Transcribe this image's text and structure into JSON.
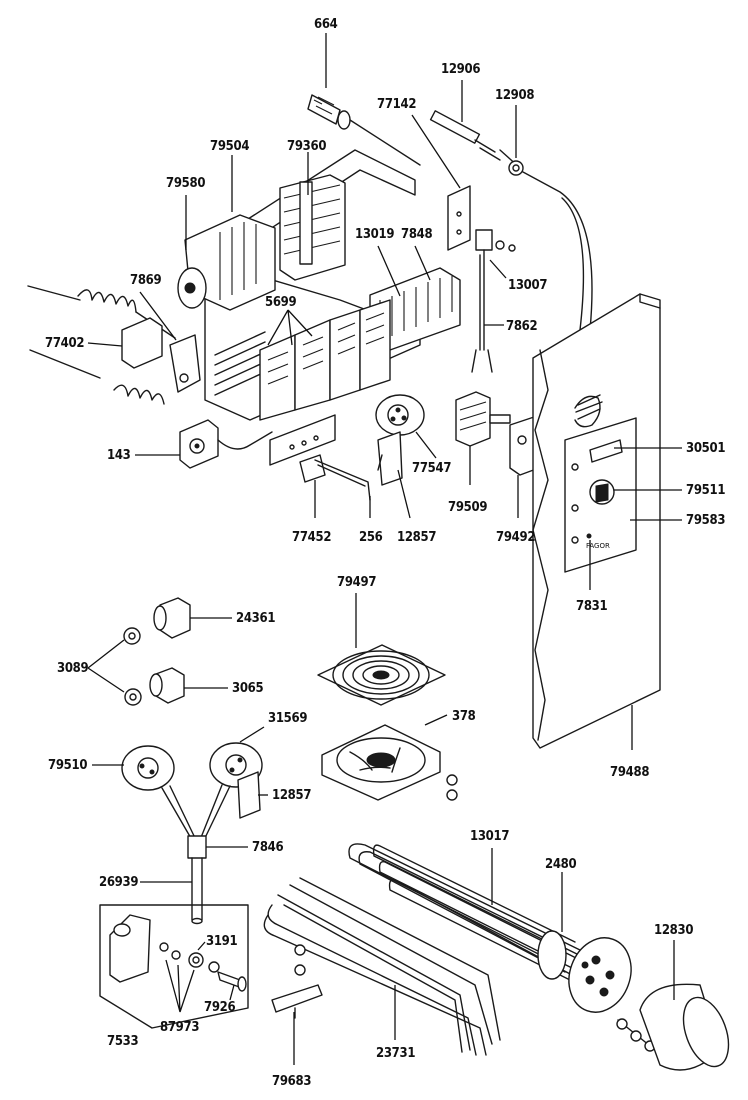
{
  "labels": {
    "p664": "664",
    "p12906": "12906",
    "p12908": "12908",
    "p77142": "77142",
    "p79504": "79504",
    "p79360": "79360",
    "p79580": "79580",
    "p13019": "13019",
    "p7848": "7848",
    "p13007": "13007",
    "p7869": "7869",
    "p5699": "5699",
    "p7862": "7862",
    "p77402": "77402",
    "p143": "143",
    "p30501": "30501",
    "p79511": "79511",
    "p79583": "79583",
    "p77547": "77547",
    "p79509": "79509",
    "p79492": "79492",
    "p77452": "77452",
    "p256": "256",
    "p12857a": "12857",
    "p7831": "7831",
    "p79497": "79497",
    "p24361": "24361",
    "p3089": "3089",
    "p3065": "3065",
    "p31569": "31569",
    "p378": "378",
    "p79510": "79510",
    "p12857b": "12857",
    "p79488": "79488",
    "p7846": "7846",
    "p13017": "13017",
    "p2480": "2480",
    "p26939": "26939",
    "p12830": "12830",
    "p3191": "3191",
    "p7926": "7926",
    "p87973": "87973",
    "p7533": "7533",
    "p23731": "23731",
    "p79683": "79683"
  },
  "panel_text": {
    "brand": "FAGOR"
  }
}
